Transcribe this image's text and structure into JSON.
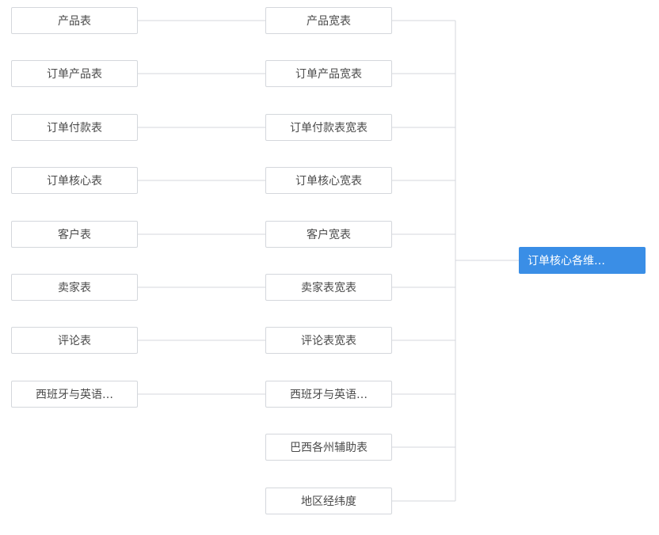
{
  "diagram": {
    "sources": [
      "产品表",
      "订单产品表",
      "订单付款表",
      "订单核心表",
      "客户表",
      "卖家表",
      "评论表",
      "西班牙与英语…"
    ],
    "wides": [
      "产品宽表",
      "订单产品宽表",
      "订单付款表宽表",
      "订单核心宽表",
      "客户宽表",
      "卖家表宽表",
      "评论表宽表",
      "西班牙与英语…",
      "巴西各州辅助表",
      "地区经纬度"
    ],
    "target": "订单核心各维…"
  },
  "colors": {
    "node_border": "#d4d7dc",
    "edge": "#d4d7dc",
    "target_fill": "#3a8ee6",
    "node_text": "#4a4a4a"
  }
}
